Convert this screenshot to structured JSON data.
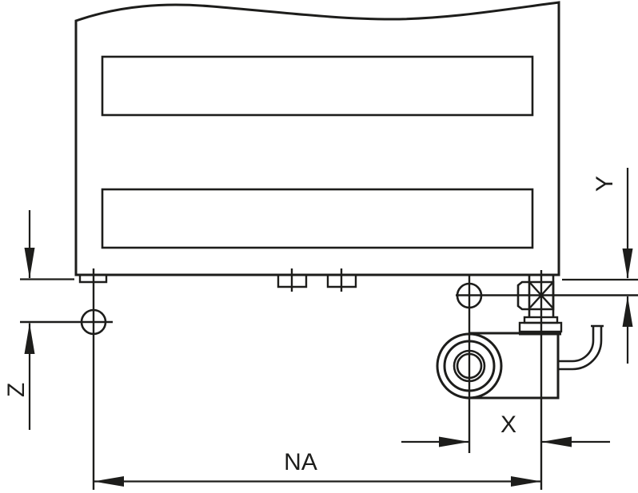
{
  "diagram": {
    "type": "technical-dimension-drawing",
    "labels": {
      "na": "NA",
      "x": "X",
      "y": "Y",
      "z": "Z"
    },
    "colors": {
      "line": "#1d1d1b",
      "background": "#ffffff"
    }
  }
}
